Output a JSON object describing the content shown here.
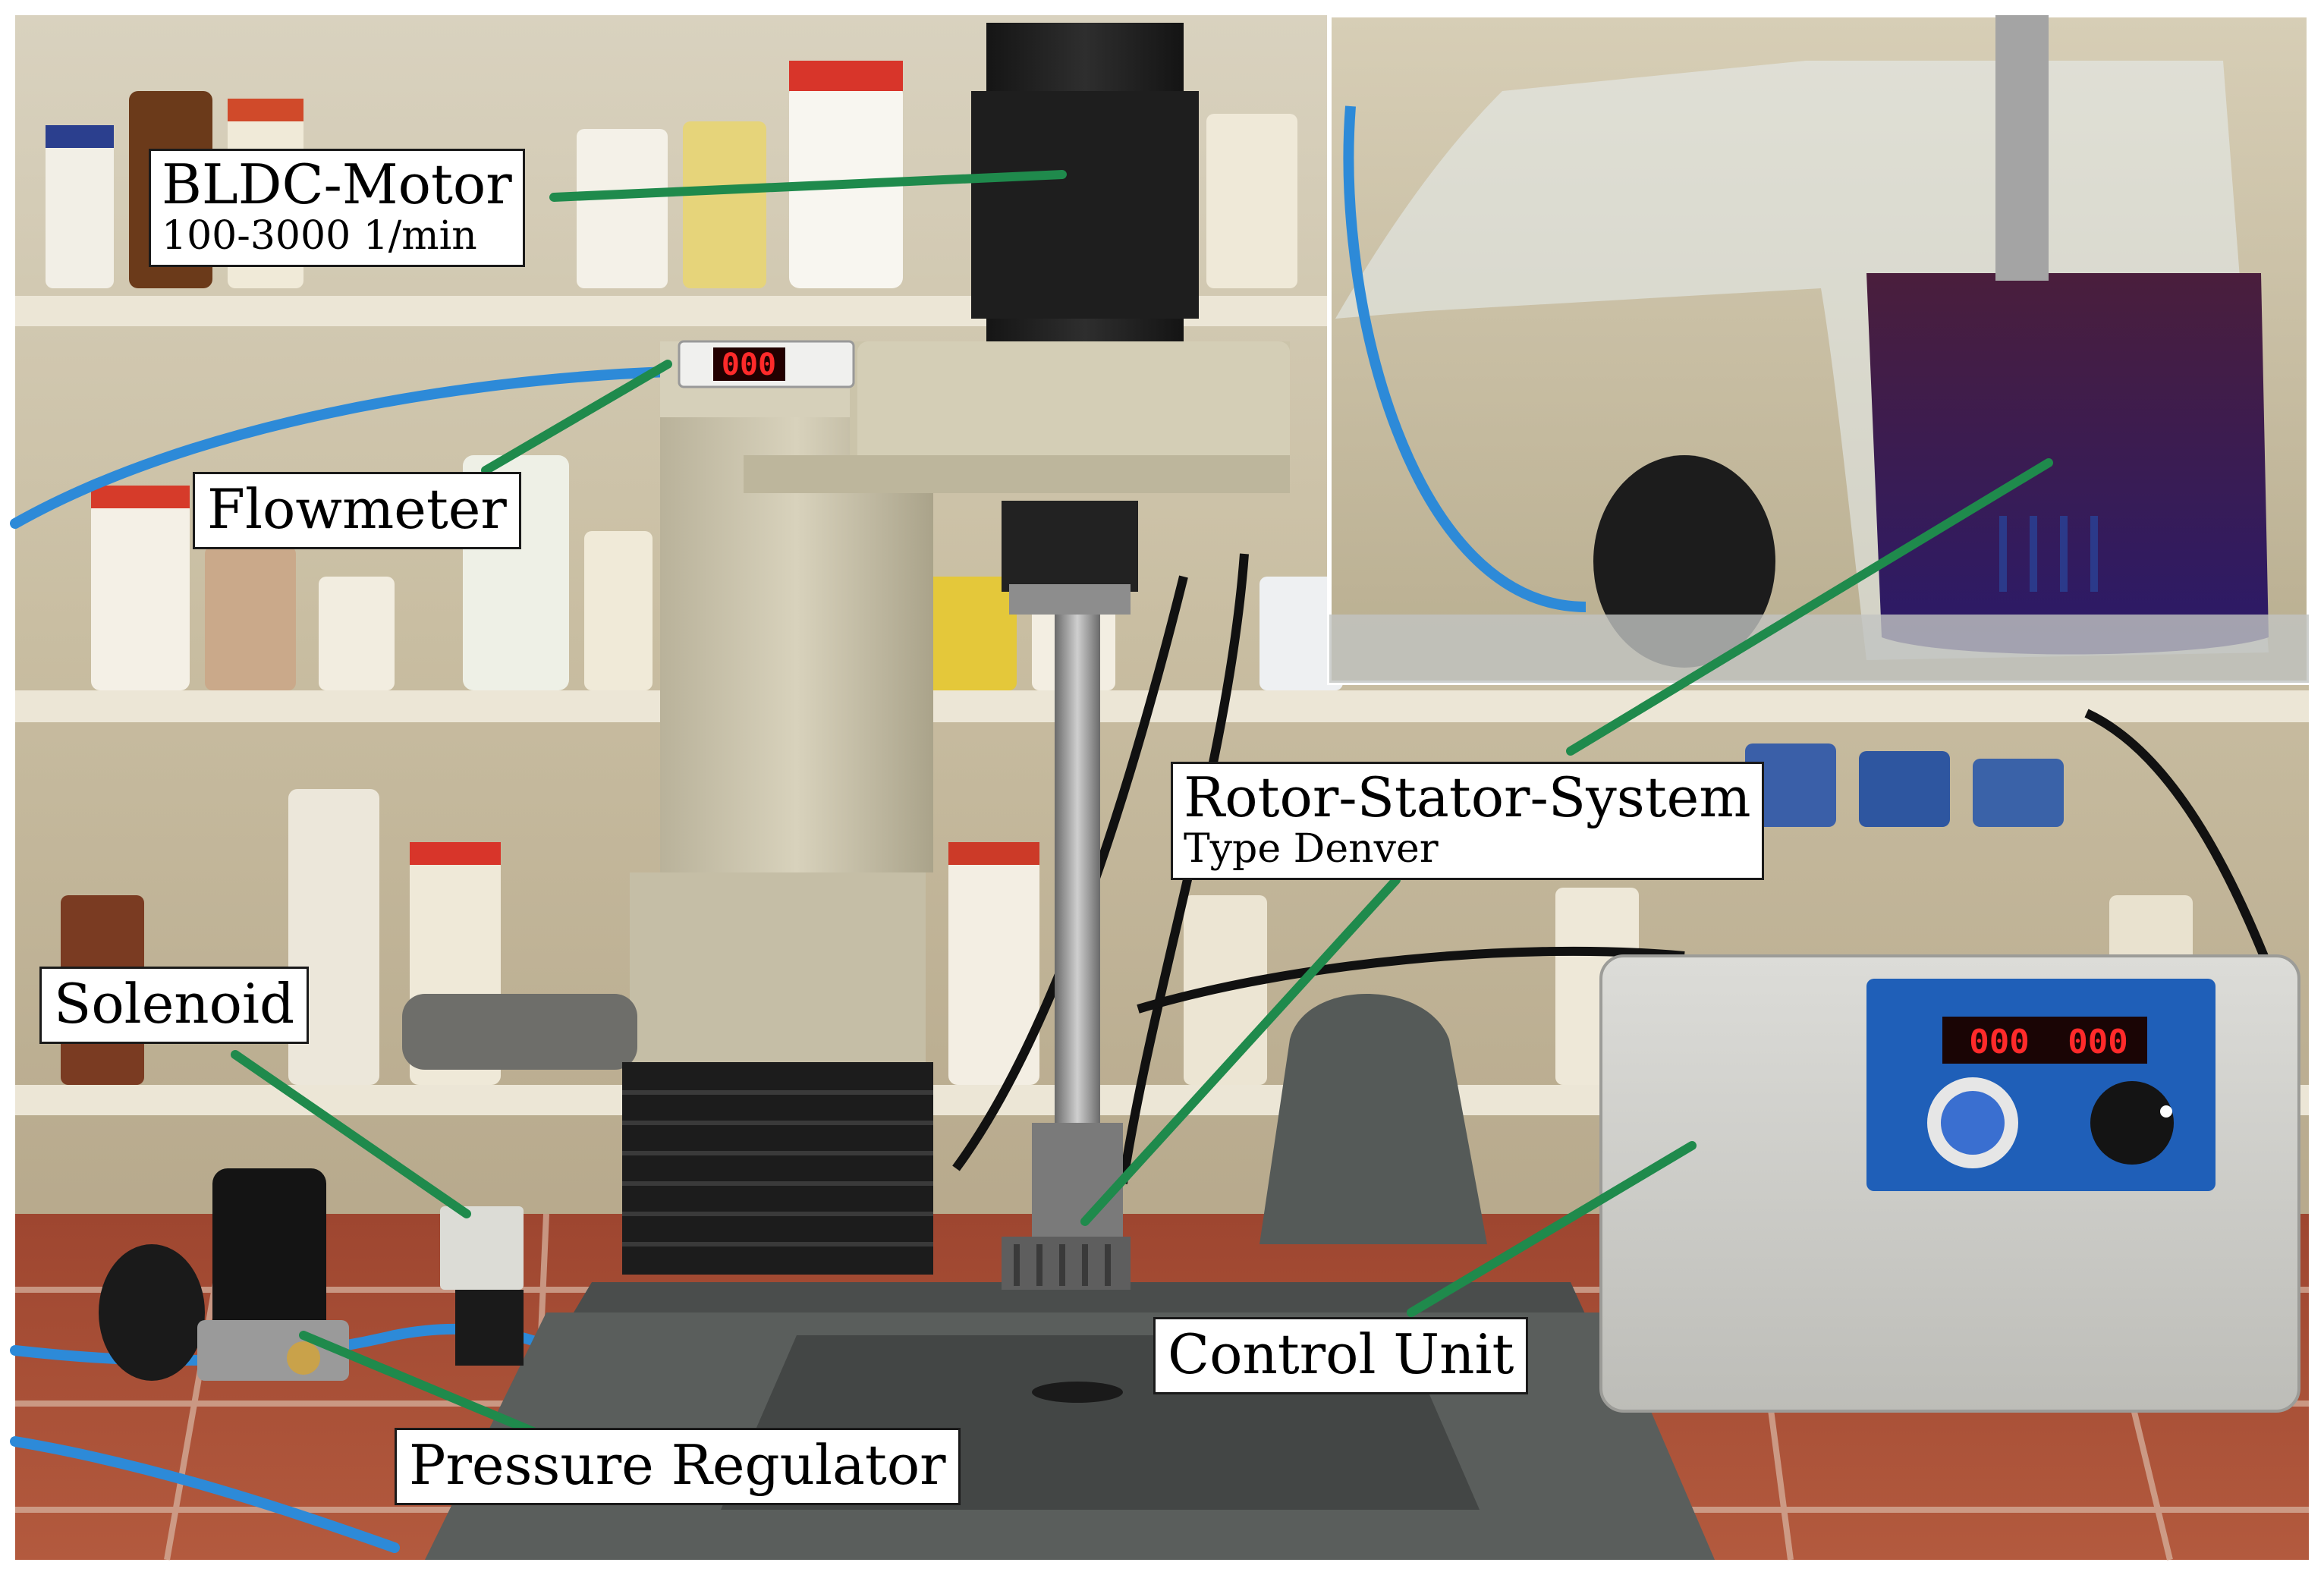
{
  "labels": {
    "motor_title": "BLDC-Motor",
    "motor_speed": "100-3000 1/min",
    "flowmeter": "Flowmeter",
    "rotor_title": "Rotor-Stator-System",
    "rotor_type": "Type Denver",
    "solenoid": "Solenoid",
    "control_unit": "Control Unit",
    "pressure_regulator": "Pressure Regulator"
  },
  "displays": {
    "flowmeter_readout": "000",
    "control_left": "000",
    "control_right": "000"
  },
  "colors": {
    "leader_line": "#1f8a4c",
    "callout_border": "#1a1a1a",
    "led_red": "#ff2a2a",
    "control_panel_blue": "#1f5fb8",
    "liquid_purple": "#3a1a5c",
    "pneumatic_hose": "#2d8ad8",
    "bench_tile": "#a84a32"
  }
}
